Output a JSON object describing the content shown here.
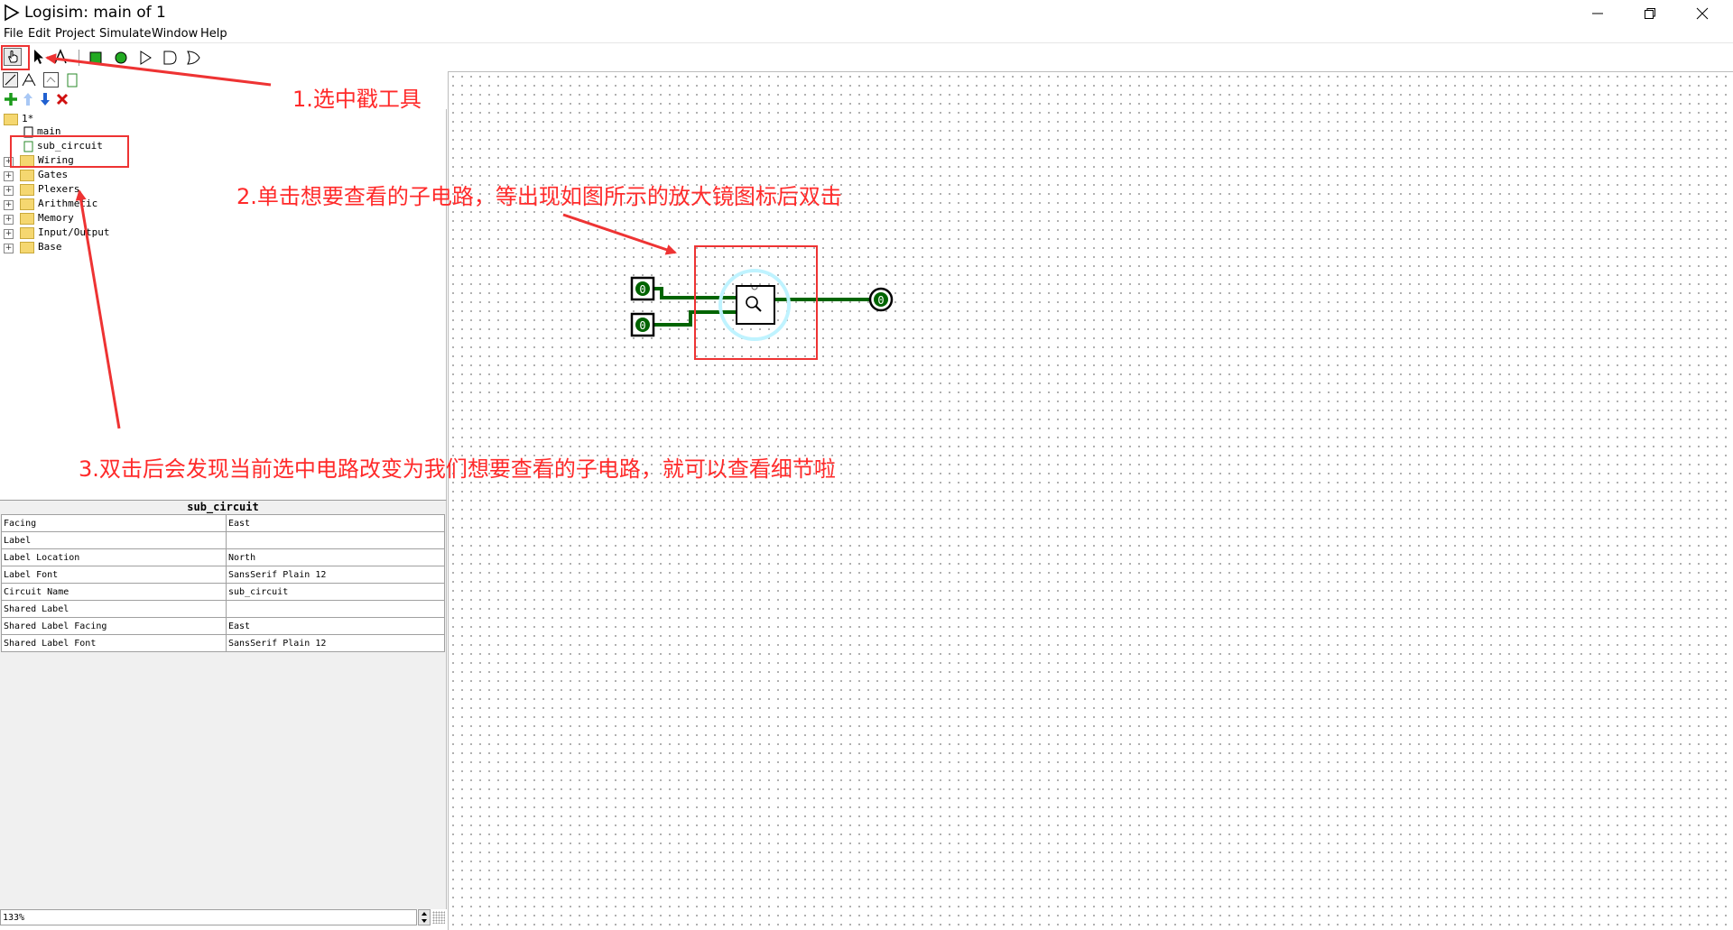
{
  "window": {
    "title": "Logisim: main of 1"
  },
  "menu": [
    "File",
    "Edit",
    "Project",
    "Simulate",
    "Window",
    "Help"
  ],
  "explorer": {
    "project": "1*",
    "circuits": [
      "main",
      "sub_circuit"
    ],
    "libraries": [
      "Wiring",
      "Gates",
      "Plexers",
      "Arithmetic",
      "Memory",
      "Input/Output",
      "Base"
    ]
  },
  "attributes": {
    "title": "sub_circuit",
    "rows": [
      {
        "name": "Facing",
        "value": "East"
      },
      {
        "name": "Label",
        "value": ""
      },
      {
        "name": "Label Location",
        "value": "North"
      },
      {
        "name": "Label Font",
        "value": "SansSerif Plain 12"
      },
      {
        "name": "Circuit Name",
        "value": "sub_circuit"
      },
      {
        "name": "Shared Label",
        "value": ""
      },
      {
        "name": "Shared Label Facing",
        "value": "East"
      },
      {
        "name": "Shared Label Font",
        "value": "SansSerif Plain 12"
      }
    ]
  },
  "zoom": "133%",
  "canvas": {
    "input1_value": "0",
    "input2_value": "0",
    "output_value": "0"
  },
  "annotations": {
    "step1": "1.选中戳工具",
    "step2": "2.单击想要查看的子电路，等出现如图所示的放大镜图标后双击",
    "step3": "3.双击后会发现当前选中电路改变为我们想要查看的子电路，就可以查看细节啦"
  },
  "colors": {
    "wire": "#006400",
    "annotation": "#ff2a2a",
    "hover_ring": "#bff3ff"
  }
}
